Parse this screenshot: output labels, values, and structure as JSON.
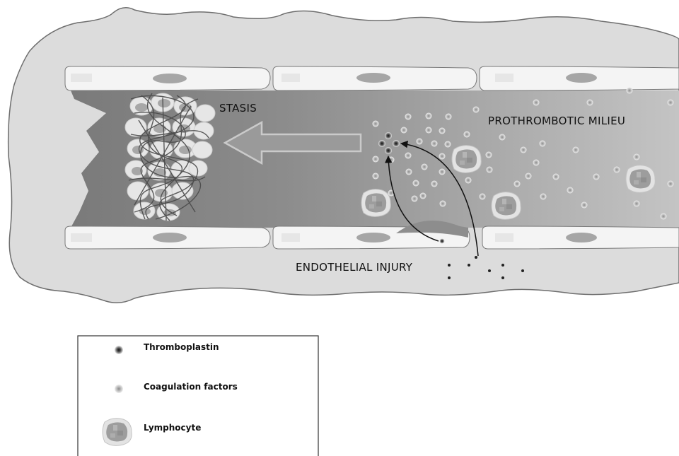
{
  "labels": {
    "stasis": "STASIS",
    "prothrombotic": "PROTHROMBOTIC MILIEU",
    "injury": "ENDOTHELIAL INJURY"
  },
  "legend": {
    "thromboplastin": "Thromboplastin",
    "coagulation": "Coagulation factors",
    "lymphocyte": "Lymphocyte"
  },
  "colors": {
    "tissue": "#dcdcdc",
    "lumen_dark": "#7d7d7d",
    "lumen_light": "#bdbdbd",
    "endothelium": "#f4f4f4",
    "nucleus": "#a6a6a6"
  }
}
